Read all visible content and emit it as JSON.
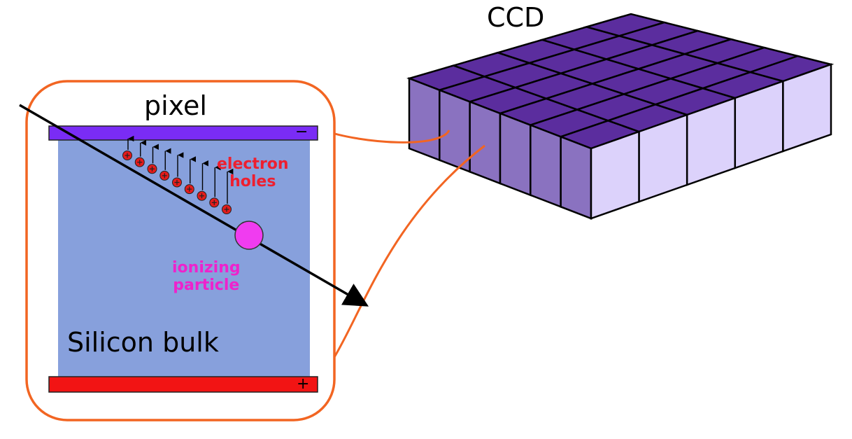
{
  "labels": {
    "ccd": "CCD",
    "pixel": "pixel",
    "electron_holes": "electron\nholes",
    "ionizing_particle": "ionizing\nparticle",
    "silicon_bulk": "Silicon bulk",
    "minus": "−",
    "plus": "+"
  },
  "colors": {
    "outline_orange": "#f26522",
    "top_electrode": "#7a2cf5",
    "bottom_electrode": "#f21414",
    "silicon": "#87a0dc",
    "charge_red": "#e41b1b",
    "particle_magenta": "#f03cf0",
    "ccd_top": "#5b2d9e",
    "ccd_front_dark": "#8a72c0",
    "ccd_front_light": "#dcd2fb"
  },
  "icons": {
    "hole_charge": "plus-circle-icon",
    "drift_arrow": "arrow-up-icon",
    "particle": "filled-circle-icon"
  },
  "ccd_grid": {
    "rows": 5,
    "cols": 6
  },
  "hole_count": 9
}
